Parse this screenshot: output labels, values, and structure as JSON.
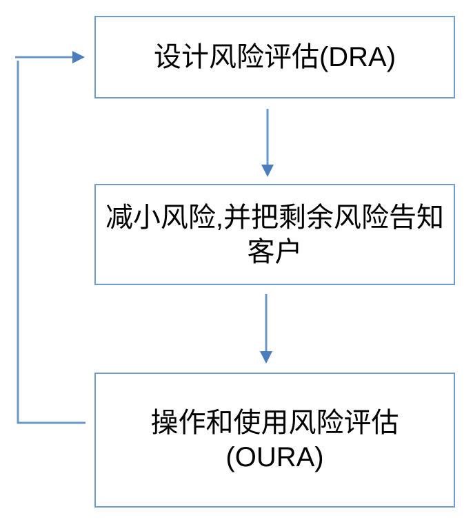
{
  "diagram": {
    "type": "flowchart",
    "nodes": [
      {
        "id": "dra",
        "shape": "rectangle",
        "lines": [
          "设计风险评估(DRA)"
        ]
      },
      {
        "id": "reduce-risk",
        "shape": "rectangle",
        "lines": [
          "减小风险,并把剩余风险告知",
          "客户"
        ]
      },
      {
        "id": "oura",
        "shape": "rectangle",
        "lines": [
          "操作和使用风险评估",
          "(OURA)"
        ]
      }
    ],
    "edges": [
      {
        "from": "dra",
        "to": "reduce-risk",
        "style": "straight-arrow-down"
      },
      {
        "from": "reduce-risk",
        "to": "oura",
        "style": "straight-arrow-down"
      },
      {
        "from": "oura",
        "to": "dra",
        "style": "elbow-arrow-left-and-up"
      }
    ]
  },
  "colors": {
    "background": "#FFFFFF",
    "box_border": "#6C9DCE",
    "connector": "#6B96C8",
    "arrowhead": "#4B7DBE",
    "text": "#000000"
  }
}
